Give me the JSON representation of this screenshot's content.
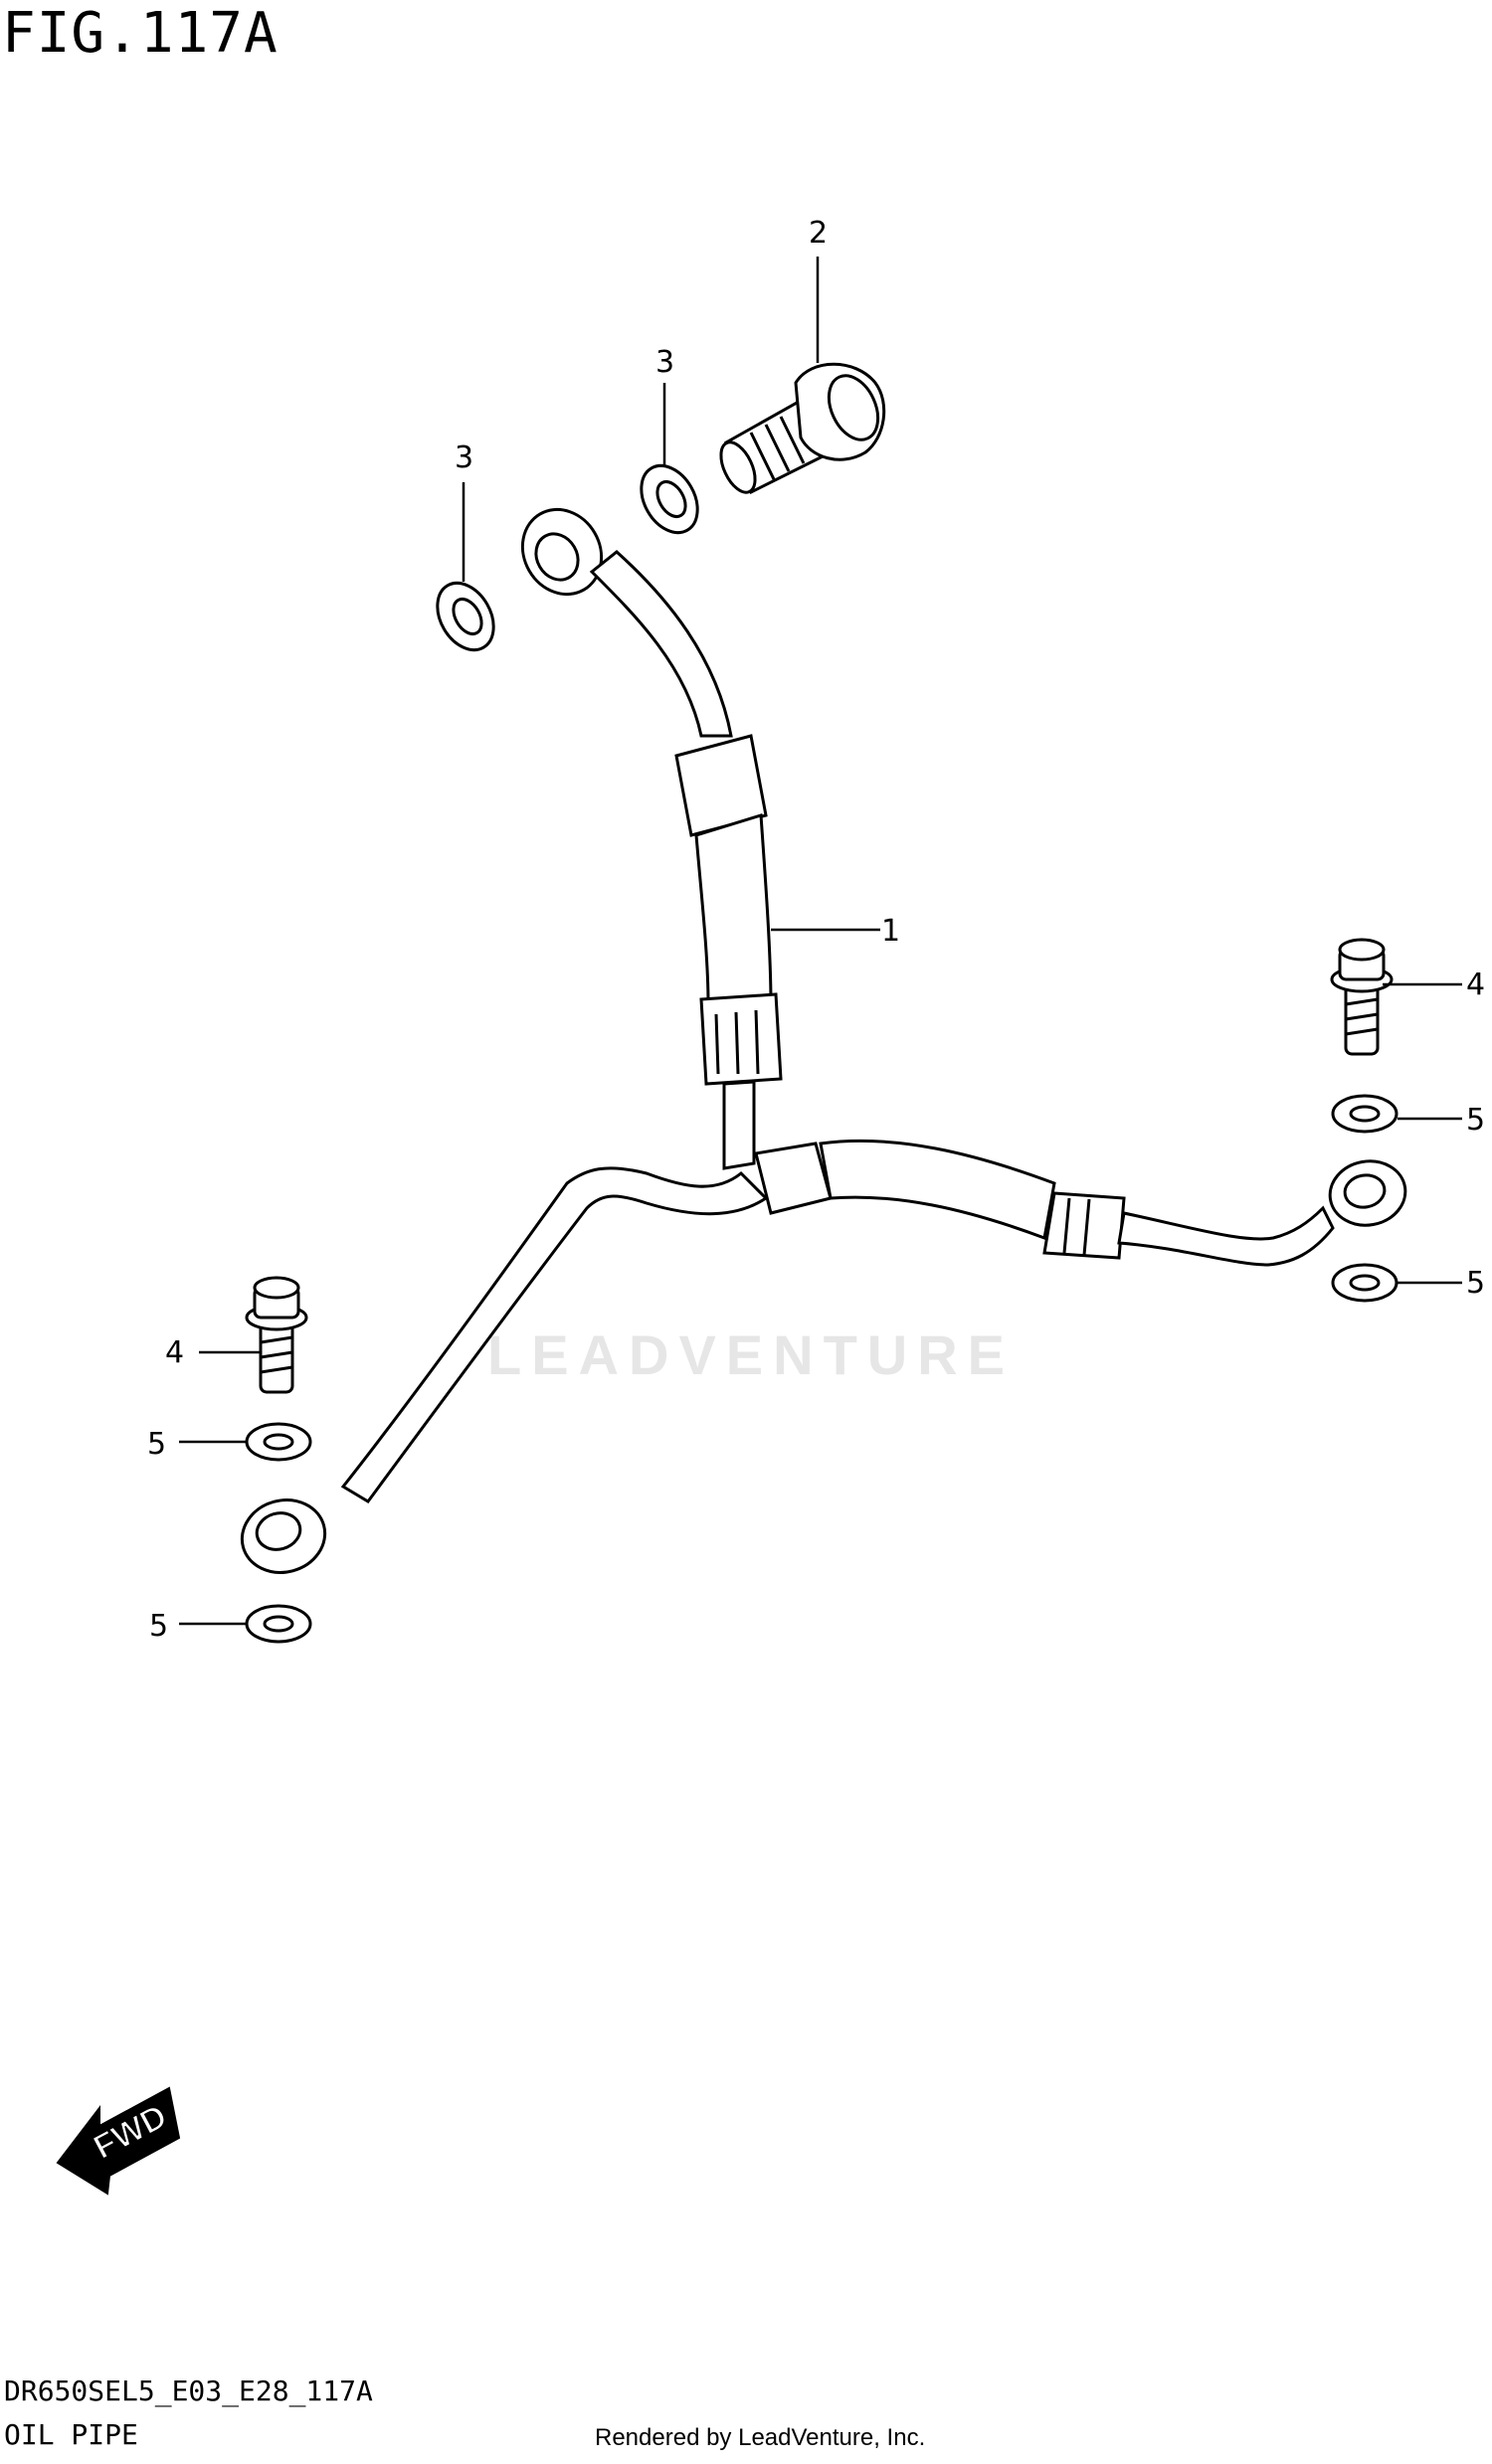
{
  "figure": {
    "title": "FIG.117A",
    "code": "DR650SEL5_E03_E28_117A",
    "name": "OIL PIPE",
    "rendered_by": "Rendered by LeadVenture, Inc.",
    "watermark": "LEADVENTURE",
    "fwd_label": "FWD"
  },
  "callouts": [
    {
      "id": "c1",
      "label": "1"
    },
    {
      "id": "c2",
      "label": "2"
    },
    {
      "id": "c3a",
      "label": "3"
    },
    {
      "id": "c3b",
      "label": "3"
    },
    {
      "id": "c4a",
      "label": "4"
    },
    {
      "id": "c4b",
      "label": "4"
    },
    {
      "id": "c5a",
      "label": "5"
    },
    {
      "id": "c5b",
      "label": "5"
    },
    {
      "id": "c5c",
      "label": "5"
    },
    {
      "id": "c5d",
      "label": "5"
    }
  ]
}
